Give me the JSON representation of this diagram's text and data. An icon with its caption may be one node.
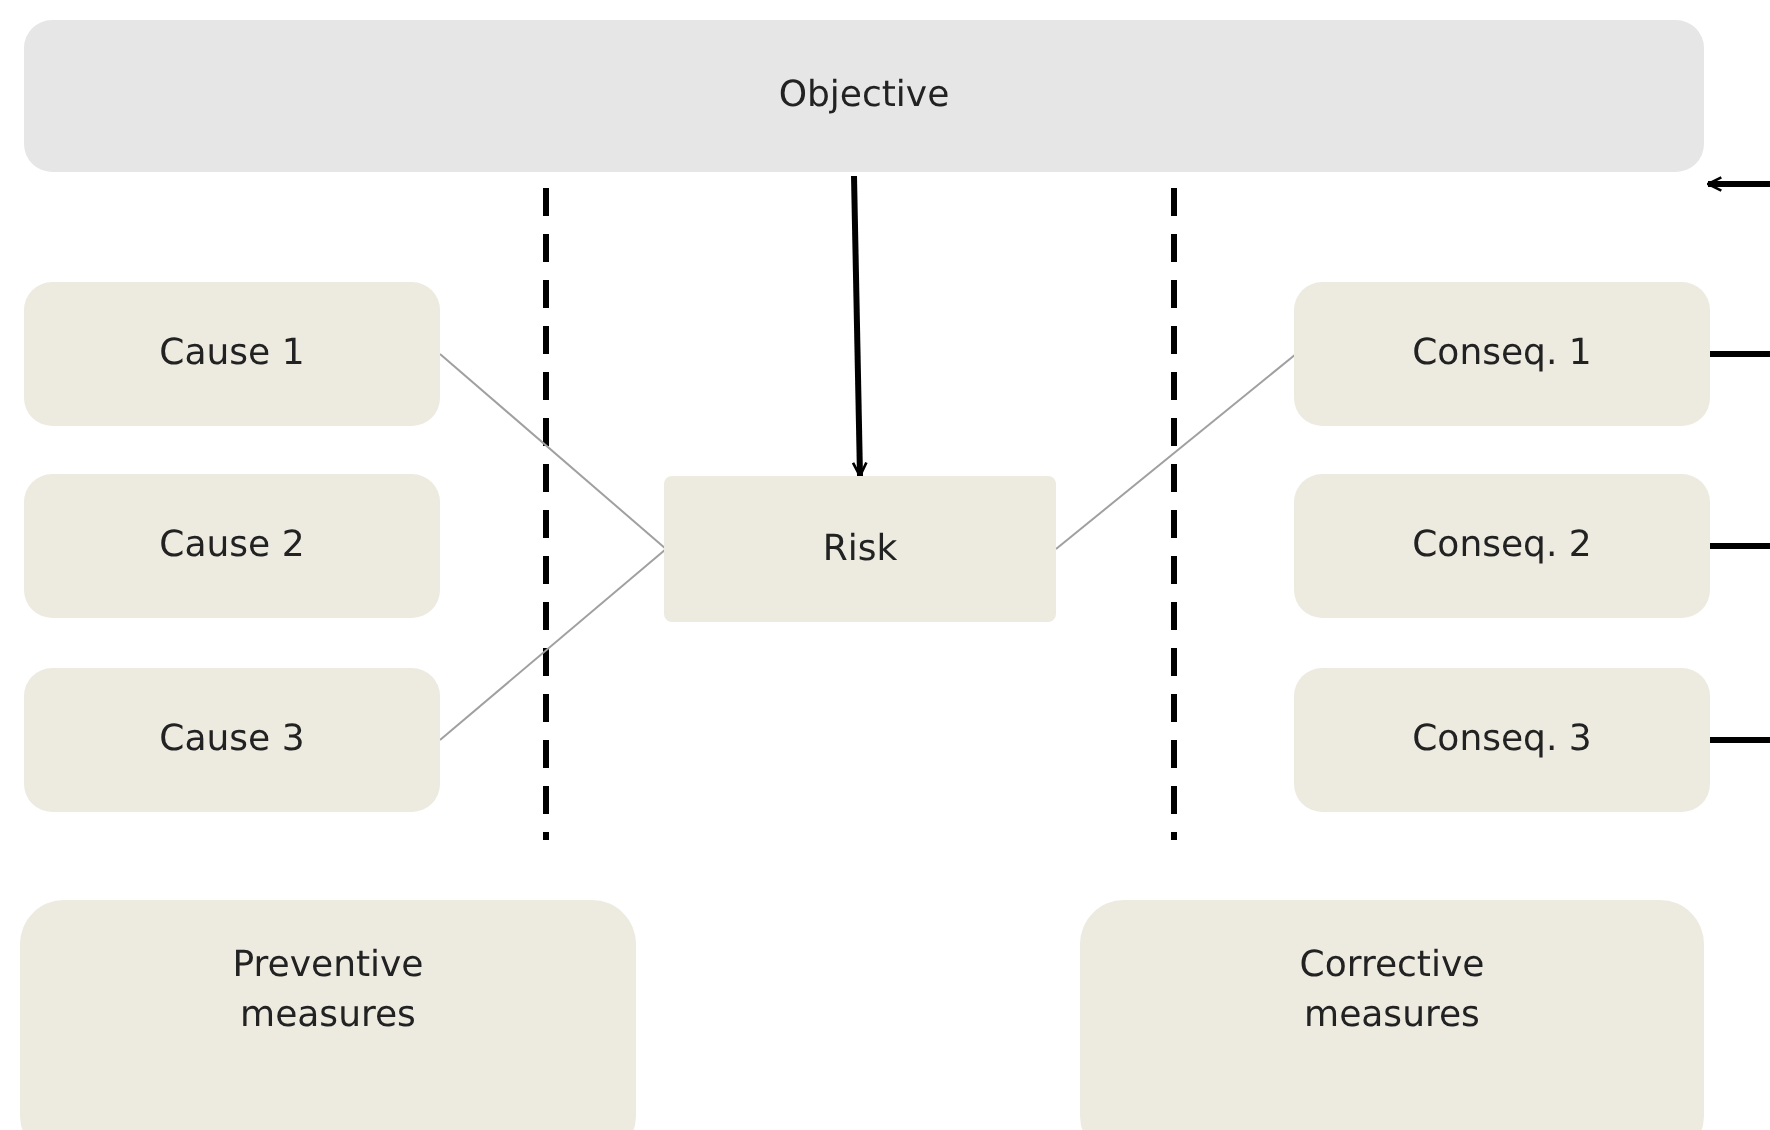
{
  "diagram": {
    "nodes": [
      {
        "text": [
          "Objective"
        ]
      },
      {
        "text": [
          "Cause 1"
        ]
      },
      {
        "text": [
          "Cause 2"
        ]
      },
      {
        "text": [
          "Cause 3"
        ]
      },
      {
        "text": [
          "Risk"
        ]
      },
      {
        "text": [
          "Conseq. 1"
        ]
      },
      {
        "text": [
          "Conseq. 2"
        ]
      },
      {
        "text": [
          "Conseq. 3"
        ]
      },
      {
        "text": [
          "Preventive measures"
        ]
      },
      {
        "text": [
          "Corrective measures"
        ]
      }
    ],
    "edges": [
      {
        "from": null,
        "to": 0,
        "arrow": "to"
      },
      {
        "from": 0,
        "to": 4,
        "arrow": "to"
      },
      {
        "from": 1,
        "to": 4,
        "arrow": "none",
        "color": "#a0a0a0"
      },
      {
        "from": 3,
        "to": 4,
        "arrow": "none",
        "color": "#a0a0a0"
      },
      {
        "from": 4,
        "to": 5,
        "arrow": "none",
        "color": "#a0a0a0"
      },
      {
        "from": 5,
        "to": null,
        "arrow": "none"
      },
      {
        "from": 6,
        "to": null,
        "arrow": "none"
      },
      {
        "from": 7,
        "to": null,
        "arrow": "none"
      }
    ]
  }
}
